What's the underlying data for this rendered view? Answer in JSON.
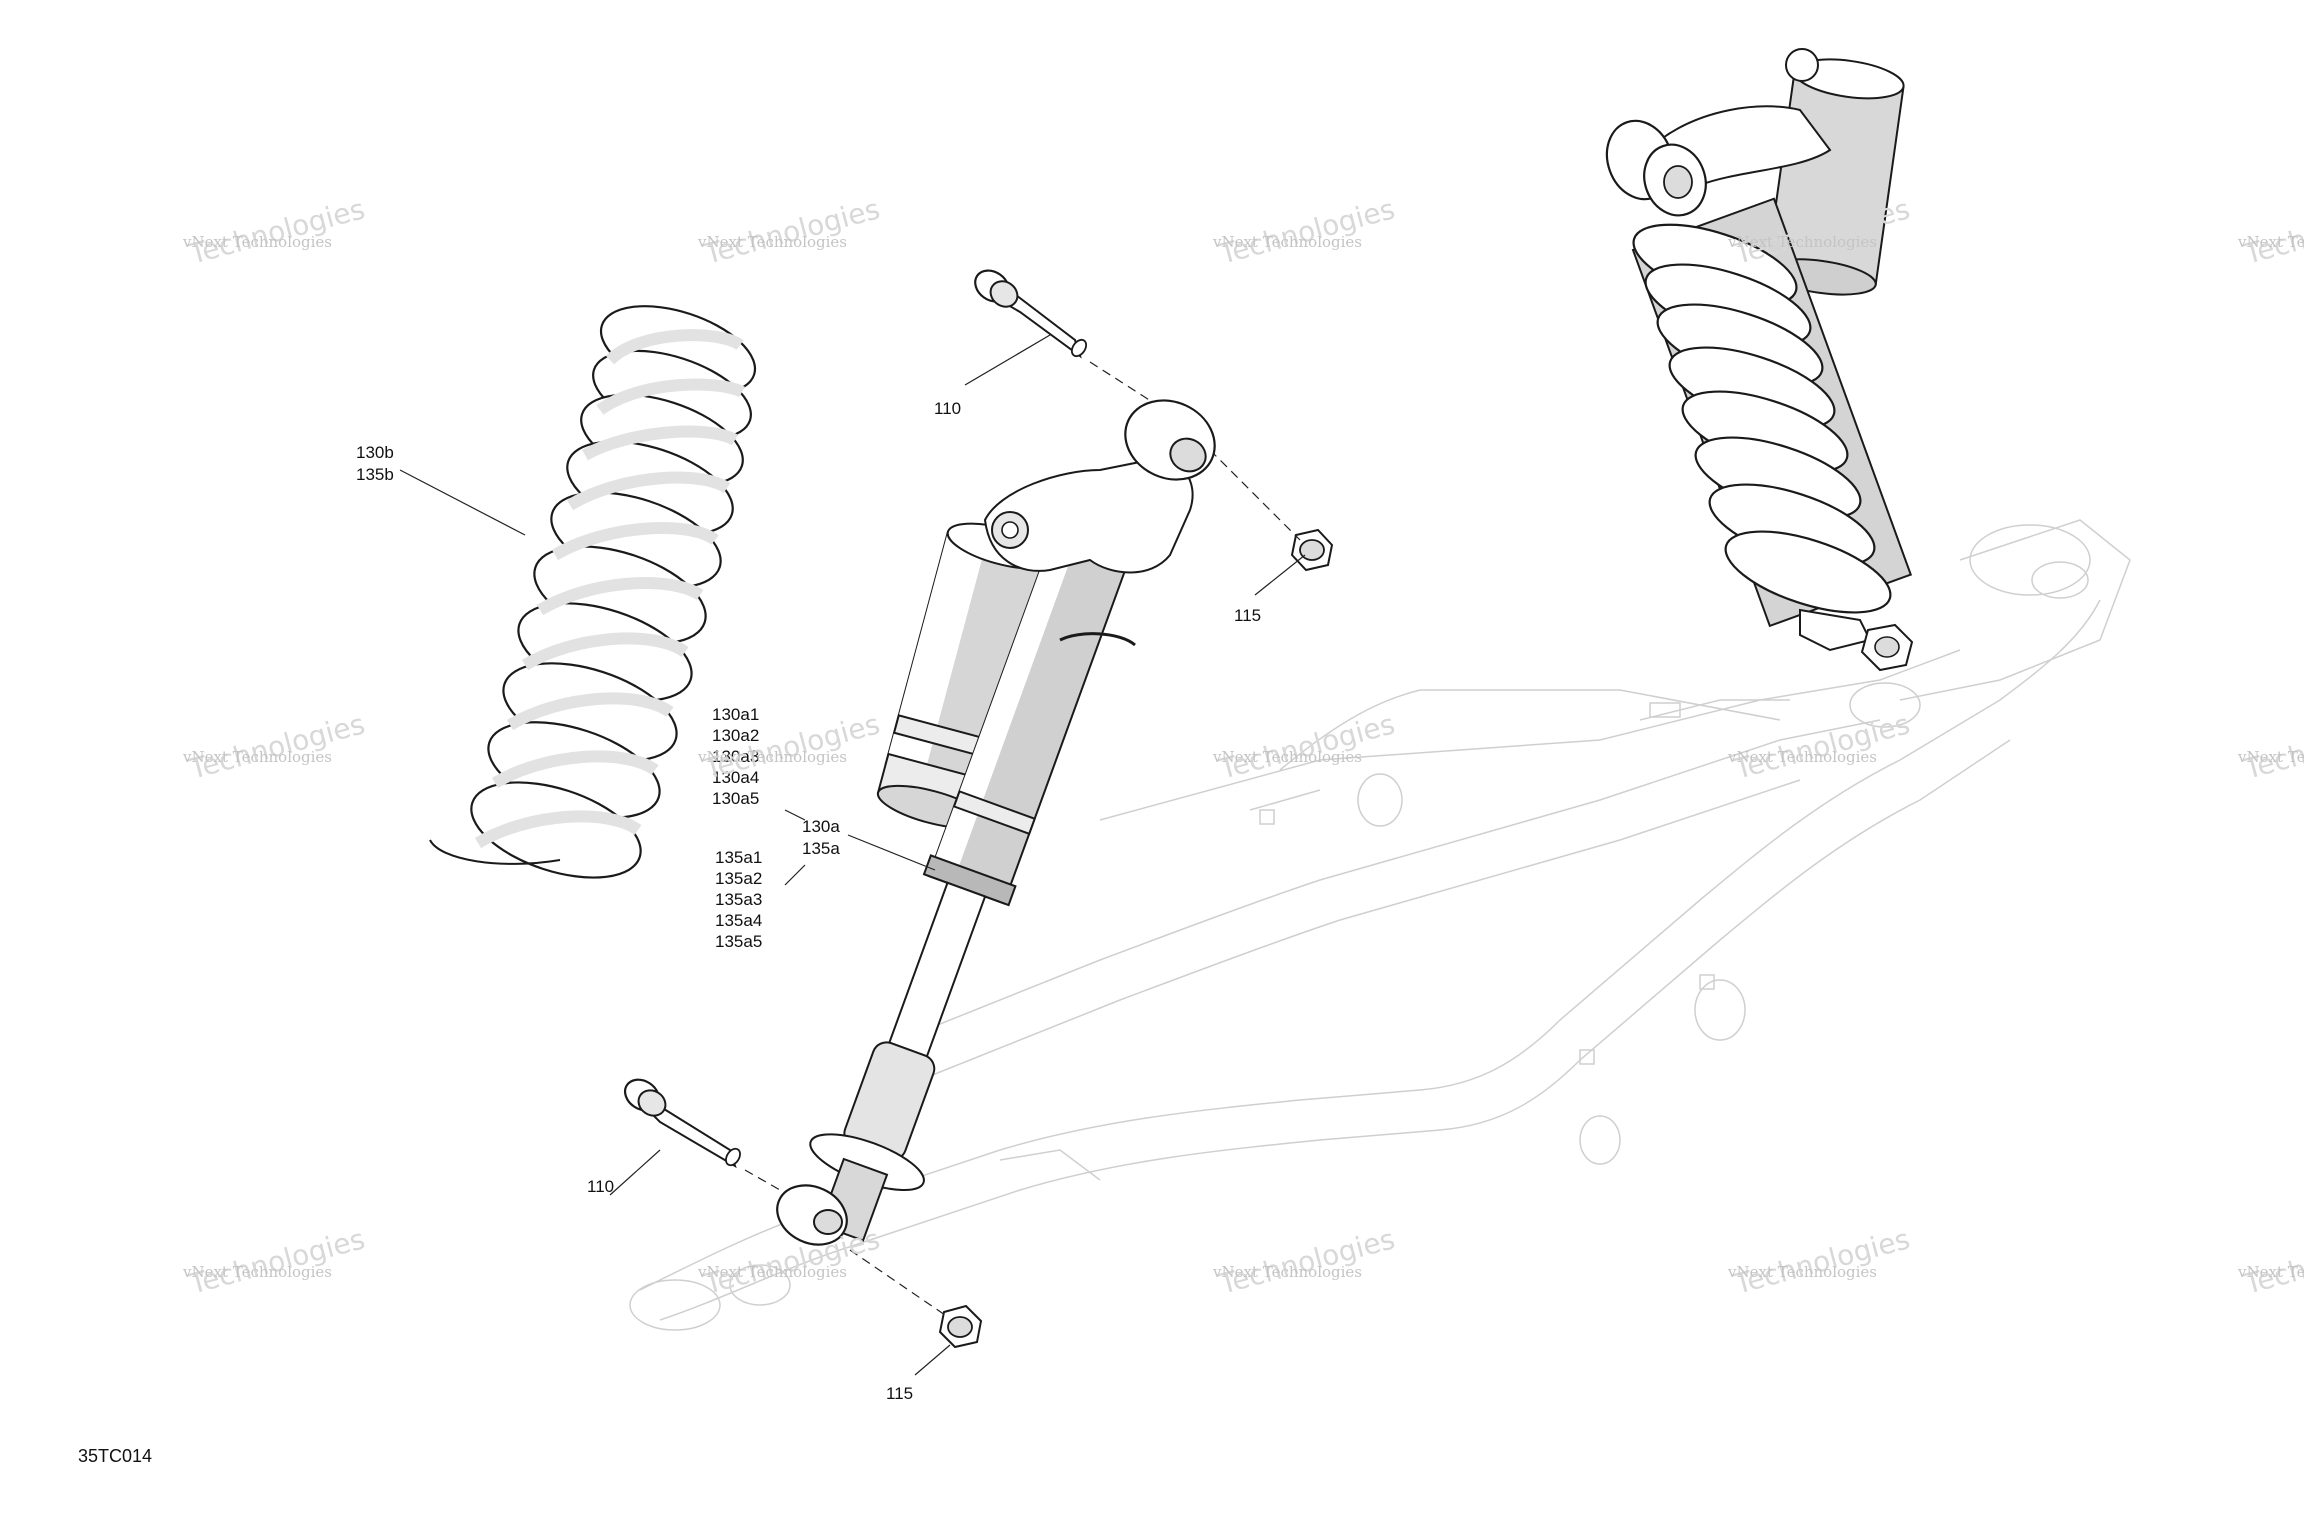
{
  "figure": {
    "id": "35TC014"
  },
  "watermark": {
    "line1": "vNext Technologies",
    "line2": "Technologies"
  },
  "callouts": {
    "bolt_upper": "110",
    "bolt_lower": "110",
    "nut_upper": "115",
    "nut_lower": "115",
    "spring_a": "130b",
    "spring_b": "135b",
    "shock_group_a": "130a1",
    "shock_group_b": "130a2",
    "shock_group_c": "130a3",
    "shock_group_d": "130a4",
    "shock_group_e": "130a5",
    "shock_main_a": "130a",
    "shock_main_b": "135a",
    "shock_sub_a": "135a1",
    "shock_sub_b": "135a2",
    "shock_sub_c": "135a3",
    "shock_sub_d": "135a4",
    "shock_sub_e": "135a5"
  },
  "colors": {
    "line": "#1a1a1a",
    "part_fill": "#ffffff",
    "shade": "#dcdcdc",
    "ghost": "#cfcfcf",
    "watermark": "#c4c4c4"
  }
}
